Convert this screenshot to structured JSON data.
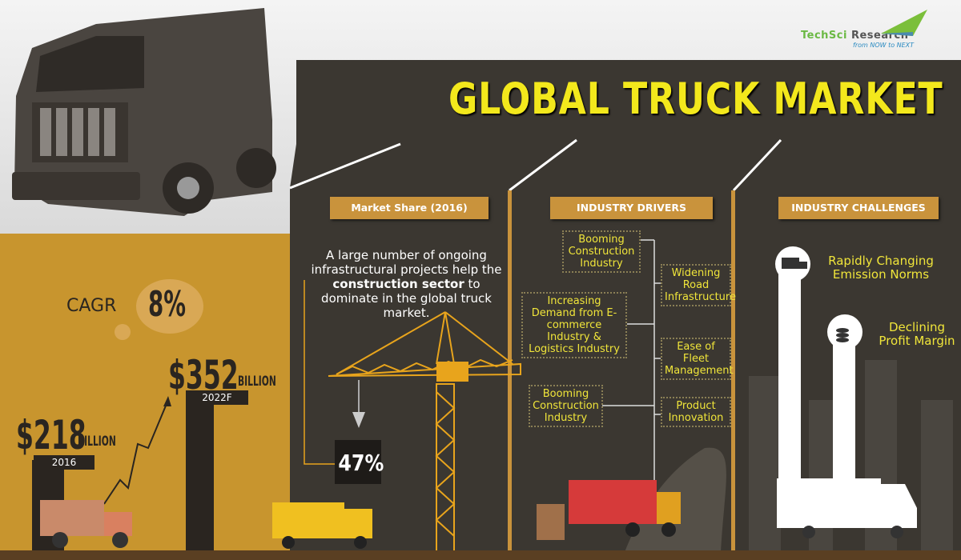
{
  "header": {
    "title": "GLOBAL TRUCK MARKET",
    "logo": {
      "name_green": "TechSci",
      "name_gray": "Research",
      "tagline": "from NOW to NEXT"
    }
  },
  "growth": {
    "cagr_label": "CAGR",
    "cagr_value": "8%",
    "value_2016": "$218",
    "unit_2016": "BILLION",
    "year_2016": "2016",
    "value_2022": "$352",
    "unit_2022": "BILLION",
    "year_2022": "2022F"
  },
  "market_share": {
    "header": "Market Share (2016)",
    "text_before": "A large number of ongoing infrastructural projects help the",
    "text_bold": "construction sector",
    "text_after": "to dominate in the global truck market.",
    "value": "47%"
  },
  "drivers": {
    "header": "INDUSTRY DRIVERS",
    "items": [
      "Booming Construction Industry",
      "Widening Road Infrastructure",
      "Increasing Demand from E-commerce Industry & Logistics Industry",
      "Ease of Fleet Management",
      "Booming Construction Industry",
      "Product Innovation"
    ]
  },
  "challenges": {
    "header": "INDUSTRY CHALLENGES",
    "items": [
      "Rapidly Changing Emission Norms",
      "Declining Profit Margin"
    ]
  },
  "colors": {
    "title": "#f3e81c",
    "gold": "#c8952e",
    "panel": "#3b3731",
    "header": "#c9933c",
    "crane": "#e8a41c"
  }
}
